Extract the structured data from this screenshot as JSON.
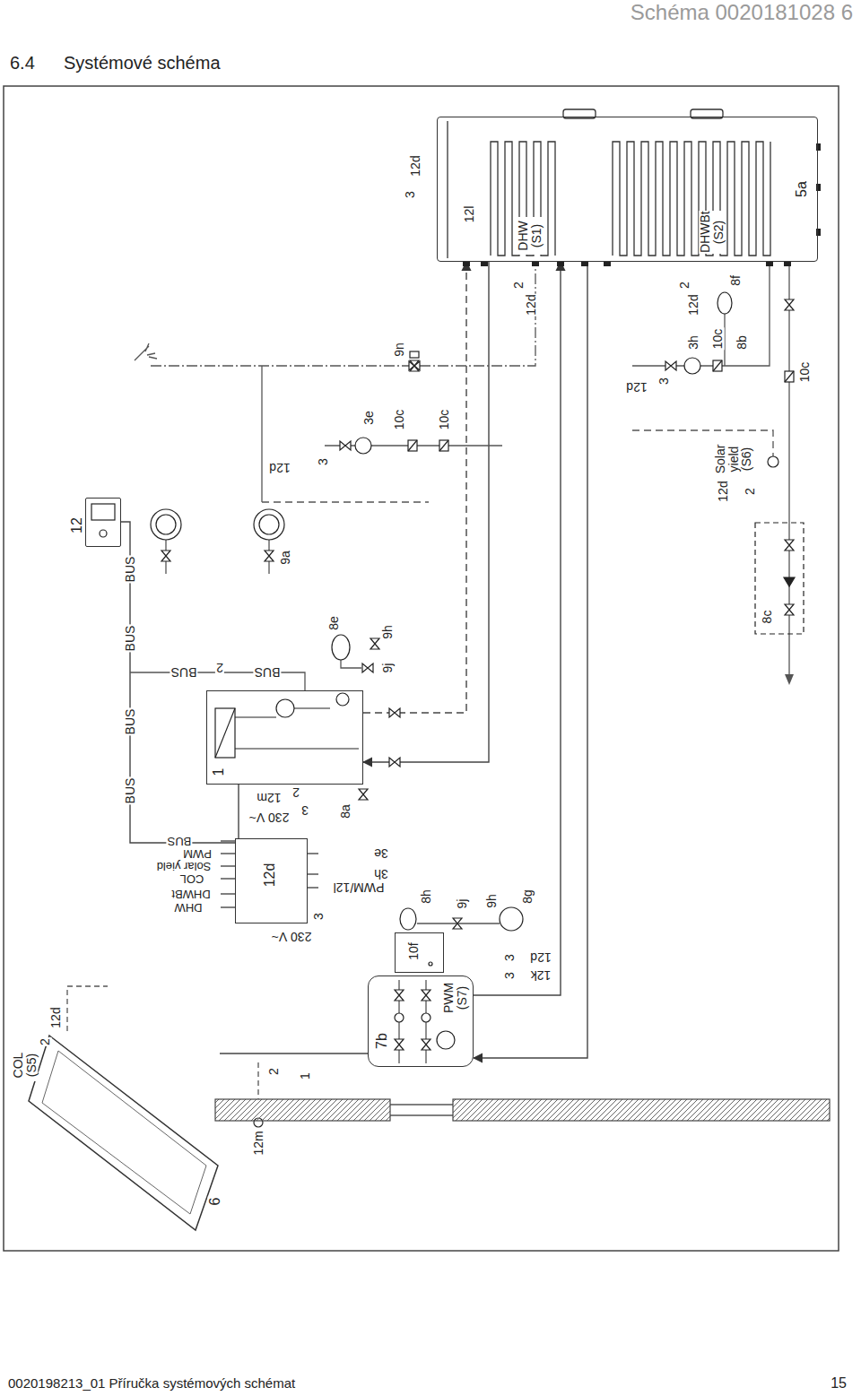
{
  "diagram": {
    "title": "Systémové schéma",
    "nodes": [
      {
        "text": [
          "5a",
          "12l",
          "DHW (S1)",
          "DHWBt (S2)"
        ]
      },
      {
        "text": [
          "12"
        ]
      },
      {
        "text": [
          "1"
        ]
      },
      {
        "text": [
          "12d"
        ]
      },
      {
        "text": [
          "10f"
        ]
      },
      {
        "text": [
          "7b",
          "PWM (S7)"
        ]
      },
      {
        "text": [
          "6"
        ]
      }
    ],
    "edges": [
      {
        "from": 3,
        "to": 1,
        "arrow": "none"
      },
      {
        "from": 3,
        "to": 2,
        "arrow": "none"
      },
      {
        "from": 2,
        "to": 0,
        "arrow": "to"
      },
      {
        "from": 0,
        "to": 2,
        "arrow": "to"
      },
      {
        "from": 5,
        "to": 0,
        "arrow": "to"
      },
      {
        "from": 0,
        "to": 5,
        "arrow": "to"
      },
      {
        "from": 6,
        "to": 5,
        "arrow": "none"
      }
    ],
    "labels": [
      "6.4",
      "Schéma 0020181028 6",
      "3",
      "12d",
      "2",
      "12d",
      "2",
      "12d",
      "8f",
      "9n",
      "3h",
      "10c",
      "8b",
      "3",
      "12d",
      "10c",
      "3e",
      "10c",
      "10c",
      "3",
      "12d",
      "Solar yield (S6)",
      "2",
      "12d",
      "BUS",
      "9a",
      "8e",
      "9h",
      "BUS",
      "BUS",
      "2",
      "BUS",
      "9j",
      "8c",
      "BUS",
      "BUS",
      "2",
      "12m",
      "3",
      "230 V~",
      "8a",
      "BUS",
      "PWM",
      "Solar yield",
      "COL",
      "DHWBt",
      "DHW",
      "3e",
      "3h",
      "PWM/12l",
      "8h",
      "9j",
      "9h",
      "8g",
      "3",
      "230 V~",
      "3",
      "12d",
      "3",
      "12k",
      "12d",
      "2",
      "COL (S5)",
      "2",
      "1",
      "12m",
      "0020198213_01 Příručka systémových schémat",
      "15"
    ]
  }
}
